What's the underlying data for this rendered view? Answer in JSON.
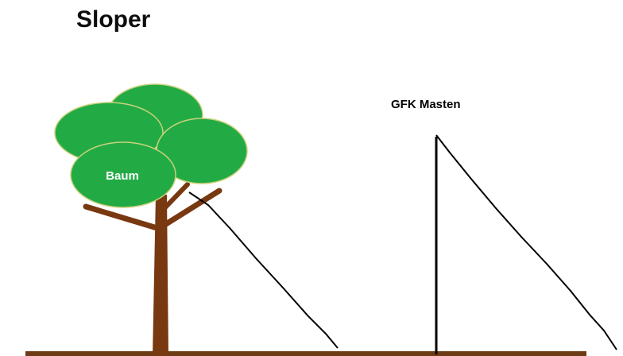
{
  "title": "Sloper",
  "tree": {
    "label": "Baum"
  },
  "mast": {
    "label": "GFK Masten"
  },
  "colors": {
    "foliage": "#22ab45",
    "foliage_stroke": "#c9d17a",
    "trunk": "#783810",
    "ground": "#6e3a14",
    "wire": "#000000",
    "label_on_foliage": "#ffffff"
  }
}
